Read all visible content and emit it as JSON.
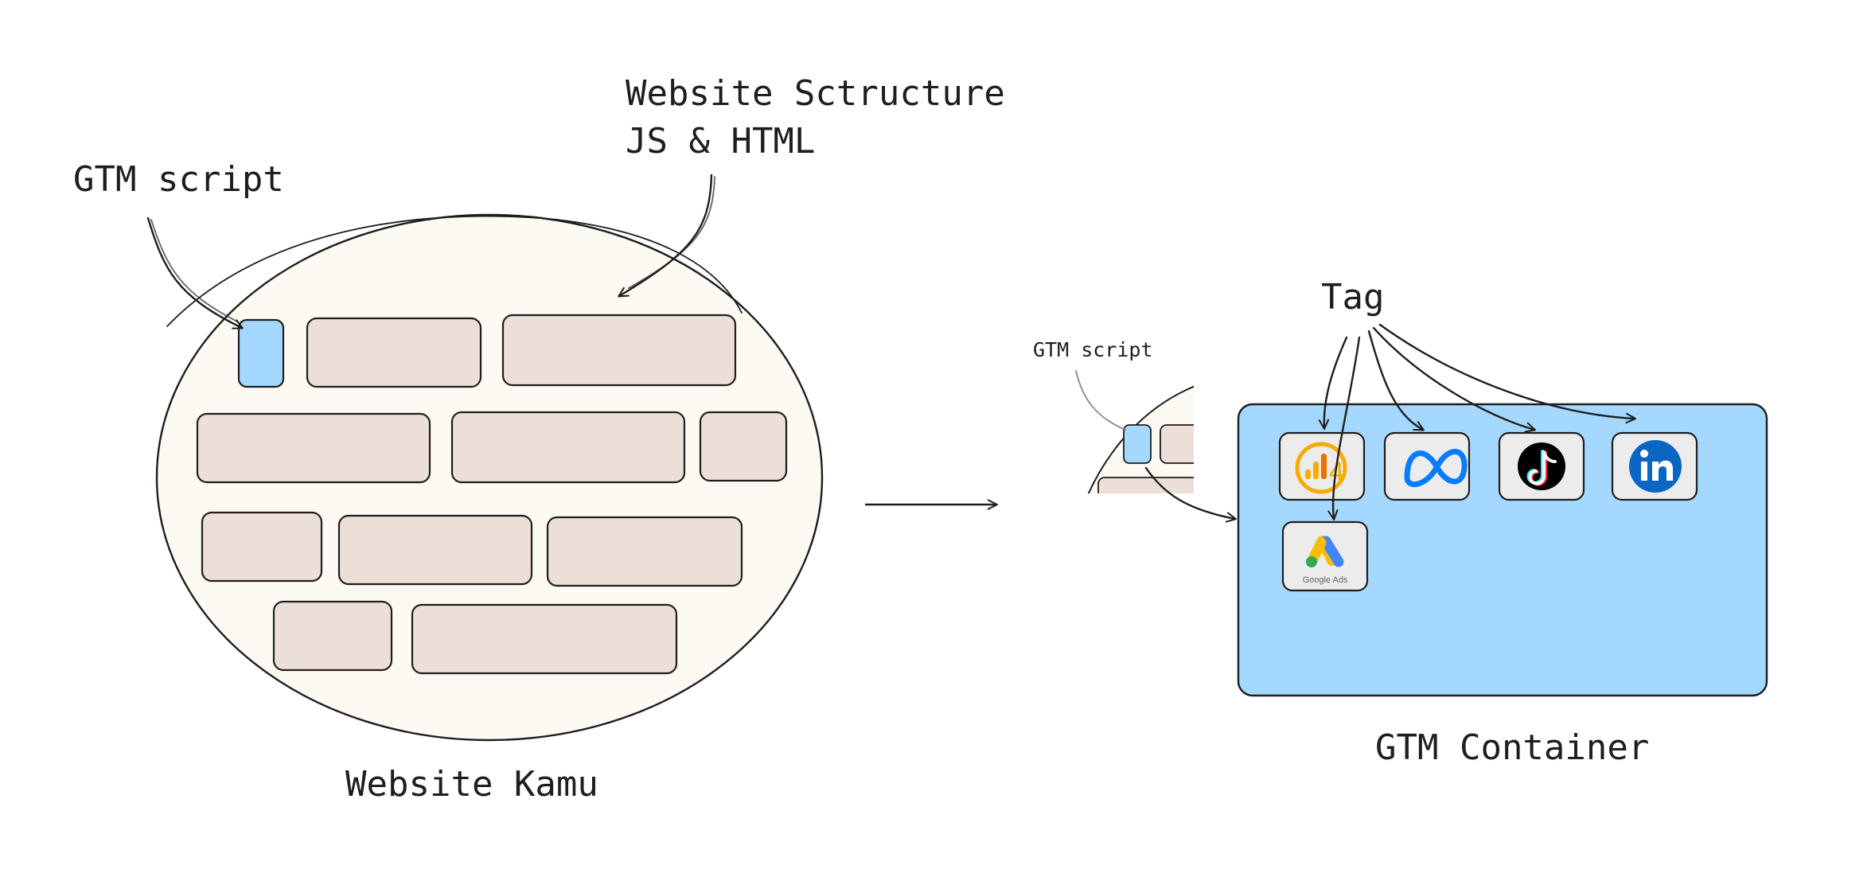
{
  "labels": {
    "gtm_script": "GTM script",
    "website_structure_line1": "Website Sctructure",
    "website_structure_line2": "JS & HTML",
    "website_kamu": "Website Kamu",
    "gtm_script_small": "GTM script",
    "tag": "Tag",
    "gtm_container": "GTM Container",
    "ga4_digit": "4",
    "google_ads_caption": "Google Ads"
  },
  "colors": {
    "ink": "#1e1e1e",
    "website_fill": "#fcfaf3",
    "block_fill": "#ebdfd7",
    "gtm_blue": "#a5d8ff",
    "icon_tile": "#ececec",
    "ga4_orange": "#f9ab00",
    "meta_blue": "#0a7cff",
    "tiktok_black": "#000000",
    "linkedin_blue": "#0a66c2",
    "ads_blue": "#4285f4",
    "ads_yellow": "#fbbc04",
    "ads_green": "#34a853"
  },
  "icons": [
    "google-analytics-4-icon",
    "meta-icon",
    "tiktok-icon",
    "linkedin-icon",
    "google-ads-icon"
  ]
}
